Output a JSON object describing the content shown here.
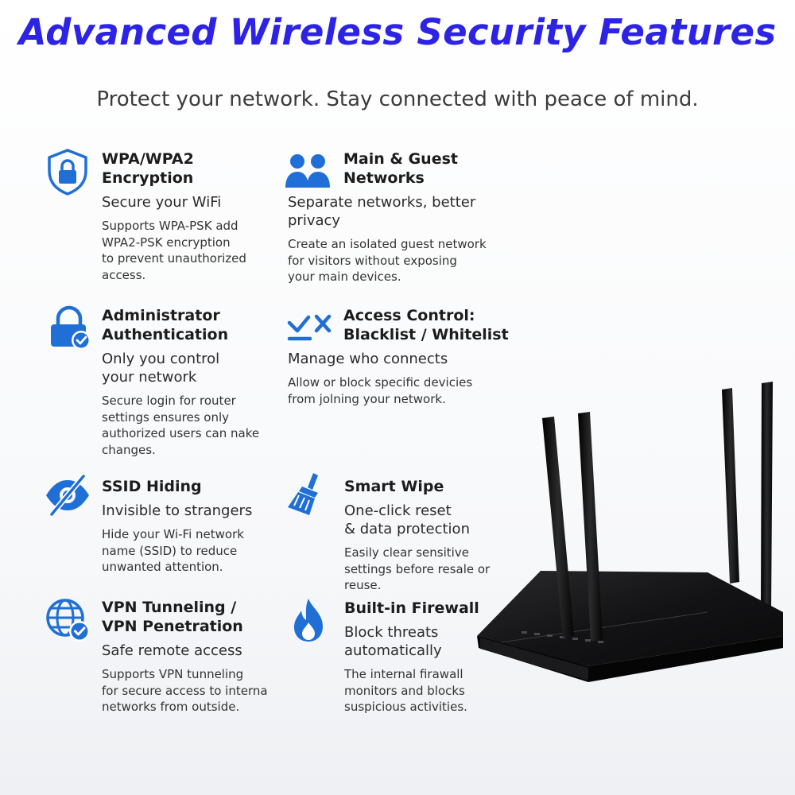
{
  "header": {
    "title": "Advanced Wireless Security Features",
    "subtitle": "Protect your network. Stay connected with peace of mind."
  },
  "colors": {
    "title": "#2c23e6",
    "icon": "#1f6fd6",
    "text": "#1c1c1c"
  },
  "features": [
    {
      "icon": "shield-lock-icon",
      "title": "WPA/WPA2\nEncryption",
      "tagline": "Secure your WiFi",
      "description": "Supports WPA-PSK add\nWPA2-PSK encryption\nto prevent unauthorized\naccess."
    },
    {
      "icon": "users-icon",
      "title": "Main & Guest\nNetworks",
      "tagline": "Separate networks, better\nprivacy",
      "description": "Create an isolated guest network\nfor visitors without exposing\nyour main devices."
    },
    {
      "icon": "lock-check-icon",
      "title": "Administrator\nAuthentication",
      "tagline": "Only you control\nyour network",
      "description": "Secure login for router\nsettings ensures only\nauthorized users can nake\nchanges."
    },
    {
      "icon": "check-cross-icon",
      "title": "Access Control:\nBlacklist / Whitelist",
      "tagline": "Manage who connects",
      "description": "Allow or block specific devicies\nfrom jolning your network."
    },
    {
      "icon": "eye-slash-icon",
      "title": "SSID Hiding",
      "tagline": "Invisible to strangers",
      "description": "Hide your Wi-Fi network\nname (SSID) to reduce\nunwanted attention."
    },
    {
      "icon": "broom-icon",
      "title": "Smart Wipe",
      "tagline": "One-click reset\n& data protection",
      "description": "Easily clear sensitive\nsettings before resale or\nreuse."
    },
    {
      "icon": "globe-check-icon",
      "title": "VPN Tunneling /\nVPN Penetration",
      "tagline": "Safe remote access",
      "description": "Supports VPN tunneling\nfor secure access to interna\nnetworks from outside."
    },
    {
      "icon": "flame-icon",
      "title": "Built-in Firewall",
      "tagline": "Block threats\nautomatically",
      "description": "The internal firawall\nmonitors and blocks\nsuspicious activities."
    }
  ]
}
